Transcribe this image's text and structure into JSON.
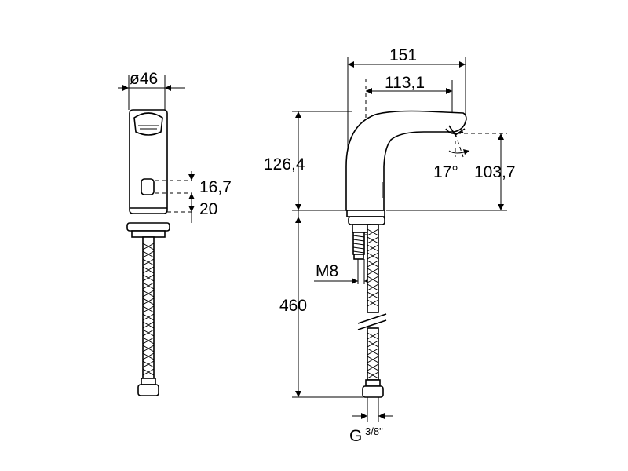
{
  "dimensions": {
    "diameter": "ø46",
    "sensor_gap": "16,7",
    "sensor_bottom": "20",
    "width_total": "151",
    "width_spout": "113,1",
    "body_height": "126,4",
    "spout_angle": "17°",
    "spout_height": "103,7",
    "thread": "M8",
    "hose_length": "460",
    "connection_main": "G",
    "connection_fraction": "3/8\""
  }
}
